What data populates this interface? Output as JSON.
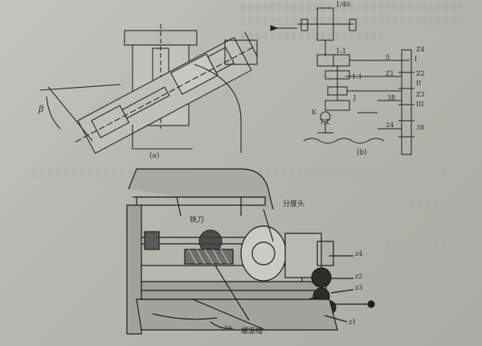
{
  "figure": {
    "panel_a": {
      "caption": "(a)",
      "angle": "β"
    },
    "panel_b": {
      "caption": "(b)",
      "ratio_top": "1/40",
      "ratio_1": "1:1",
      "ratio_2": "1:1",
      "label_5": "5",
      "label_I": "I",
      "label_II": "II",
      "label_III": "III",
      "z4": "Z4",
      "z1": "Z1",
      "z2": "Z2",
      "z3": "Z3",
      "n38a": "38",
      "n38b": "38",
      "n24": "24",
      "label_J": "J",
      "label_K": "K",
      "label_tf": "T工"
    },
    "machine": {
      "milling_cutter": "铣刀",
      "index_head": "分度头",
      "helical_groove": "螺旋槽",
      "omega": "ω",
      "z4": "z4",
      "z2": "z2",
      "z3": "z3",
      "z1": "z1"
    }
  }
}
